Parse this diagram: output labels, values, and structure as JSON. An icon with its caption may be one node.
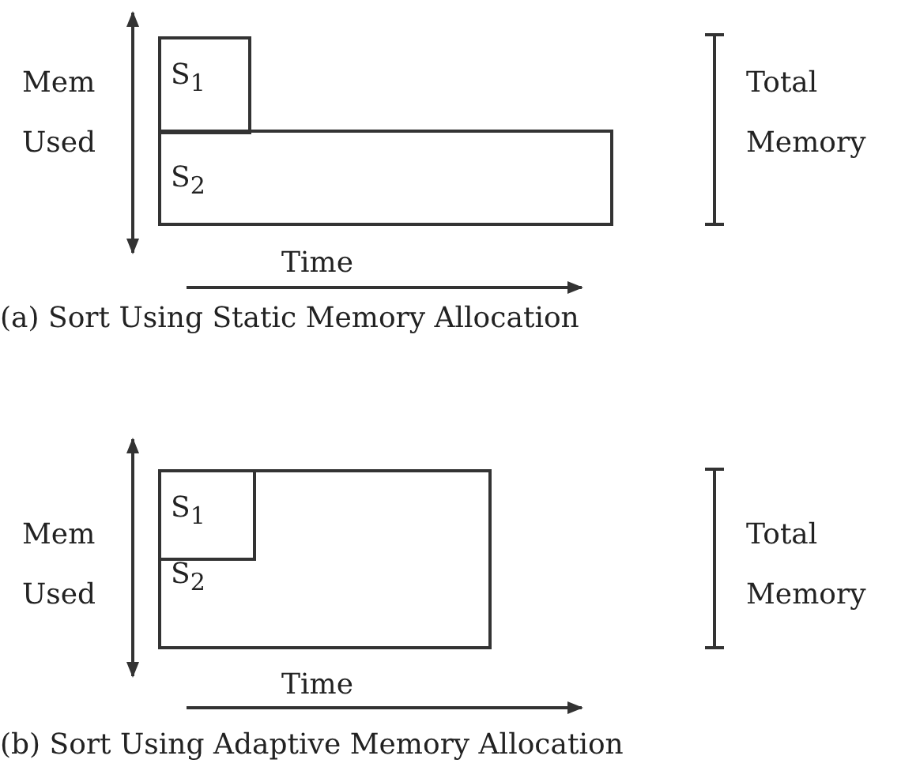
{
  "diagram": {
    "nodes": [
      {
        "text": [
          "S$_{1}$"
        ]
      },
      {
        "text": [
          "S$_{2}$"
        ]
      },
      {
        "text": [
          "S$_{2}$"
        ]
      },
      {
        "text": [
          "S$_{1}$"
        ],
        "in": 2
      }
    ],
    "edges": [],
    "labels": [
      "Mem Used",
      "Total Memory",
      "Time",
      "(a) Sort Using Static Memory Allocation",
      "Mem Used",
      "Total Memory",
      "Time",
      "(b) Sort Using Adaptive Memory Allocation"
    ]
  }
}
